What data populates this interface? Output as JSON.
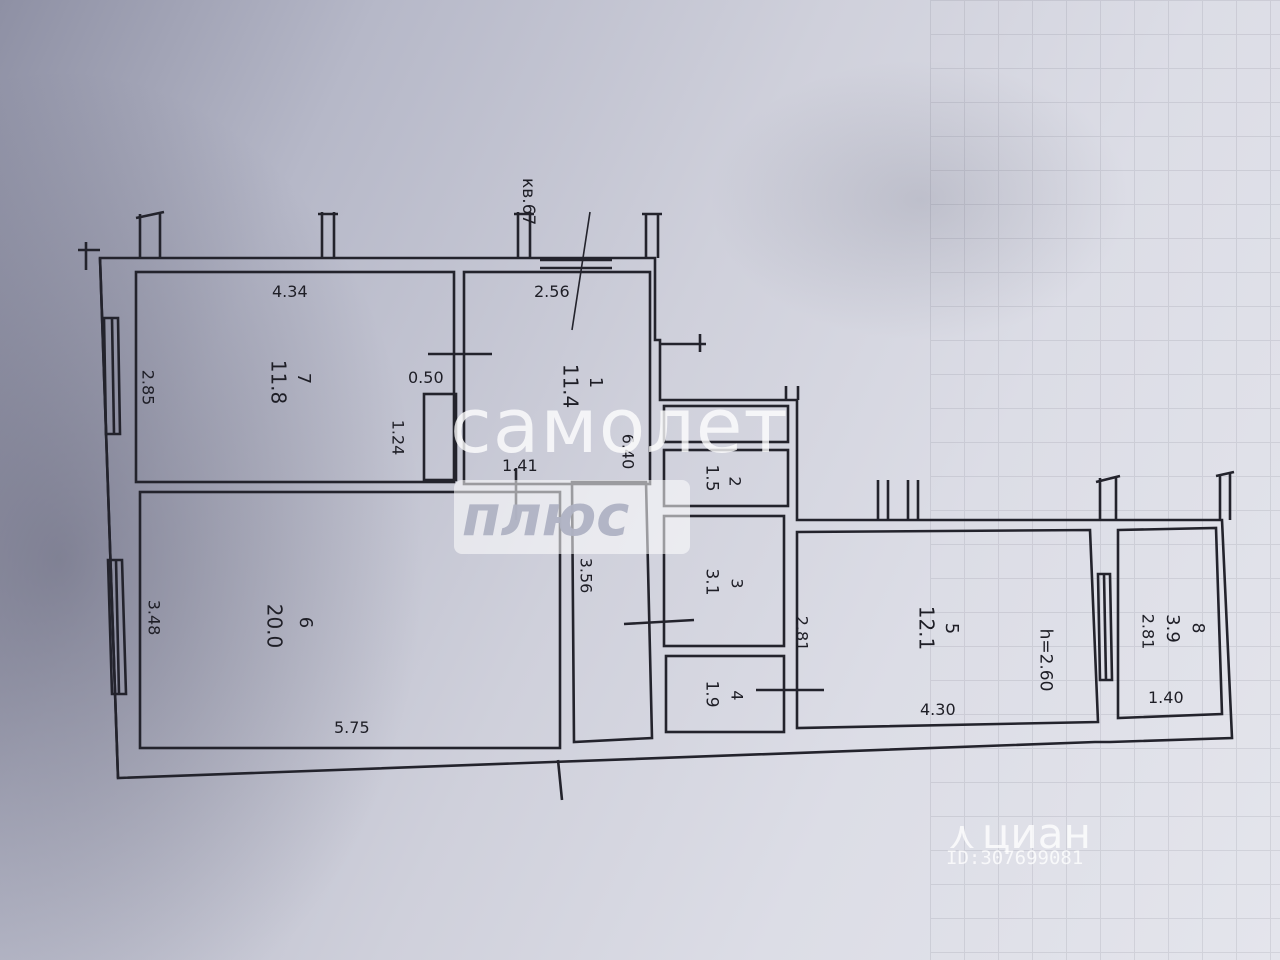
{
  "plan": {
    "apartment_label": "кв.67",
    "ceiling_height": "h=2.60",
    "rooms": [
      {
        "number": "7",
        "area": "11.8"
      },
      {
        "number": "1",
        "area": "11.4"
      },
      {
        "number": "2",
        "area": "1.5"
      },
      {
        "number": "3",
        "area": "3.1"
      },
      {
        "number": "4",
        "area": "1.9"
      },
      {
        "number": "6",
        "area": "20.0"
      },
      {
        "number": "5",
        "area": "12.1"
      },
      {
        "number": "8",
        "area": "3.9"
      }
    ],
    "dimensions": [
      "4.34",
      "2.56",
      "2.85",
      "0.50",
      "1.24",
      "1.41",
      "6.40",
      "3.48",
      "5.75",
      "3.56",
      "2.81",
      "4.30",
      "1.40",
      "2.81"
    ]
  },
  "watermarks": {
    "samolet_top": "самолет",
    "samolet_bottom": "плюс",
    "cian_name": "циан",
    "cian_id": "ID:307699081"
  },
  "colors": {
    "ink": "#1e1e26",
    "paper": "#d4d5df"
  }
}
